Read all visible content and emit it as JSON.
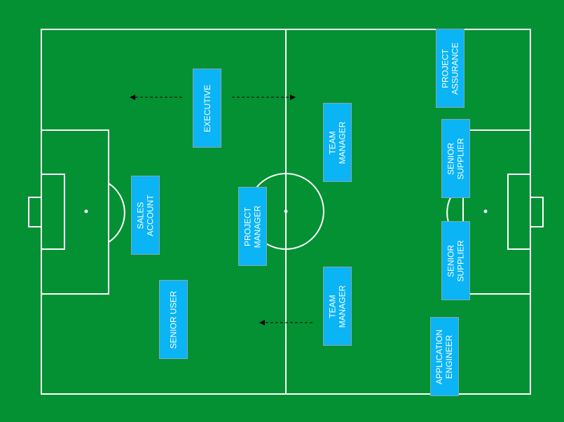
{
  "colors": {
    "pitch": "#039133",
    "lines": "#ffffff",
    "box_fill": "#0ab4f5",
    "box_text": "#ffffff",
    "arrow": "#000000"
  },
  "roles": {
    "executive": "EXECUTIVE",
    "project_assurance": "PROJECT\nASSURANCE",
    "team_manager_top": "TEAM\nMANAGER",
    "senior_supplier_top": "SENIOR\nSUPPLIER",
    "sales_account": "SALES\nACCOUNT",
    "project_manager": "PROJECT\nMANAGER",
    "senior_supplier_bottom": "SENIOR\nSUPPLIER",
    "senior_user": "SENIOR USER",
    "team_manager_bottom": "TEAM\nMANAGER",
    "application_engineer": "APPLICATION\nENGINEER"
  }
}
